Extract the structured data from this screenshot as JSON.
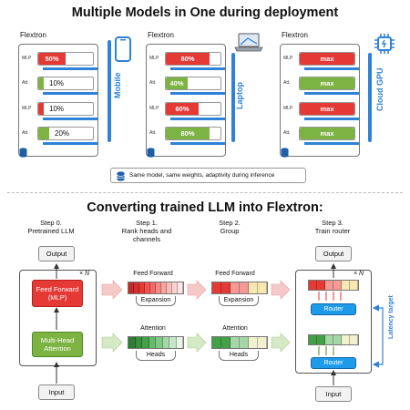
{
  "top_title": "Multiple Models in One during deployment",
  "bottom_title": "Converting trained LLM into Flextron:",
  "panel_title": "Flextron",
  "layer_labels": [
    "MLP",
    "Att.",
    "MLP",
    "Att."
  ],
  "devices": [
    {
      "name": "Mobile",
      "bars": [
        {
          "label": "50%",
          "fraction": 0.5,
          "color": "#e53935"
        },
        {
          "label": "10%",
          "fraction": 0.1,
          "color": "#7cb342"
        },
        {
          "label": "10%",
          "fraction": 0.1,
          "color": "#e53935"
        },
        {
          "label": "20%",
          "fraction": 0.2,
          "color": "#7cb342"
        }
      ]
    },
    {
      "name": "Laptop",
      "bars": [
        {
          "label": "80%",
          "fraction": 0.8,
          "color": "#e53935"
        },
        {
          "label": "40%",
          "fraction": 0.4,
          "color": "#7cb342"
        },
        {
          "label": "60%",
          "fraction": 0.6,
          "color": "#e53935"
        },
        {
          "label": "80%",
          "fraction": 0.8,
          "color": "#7cb342"
        }
      ]
    },
    {
      "name": "Cloud GPU",
      "bars": [
        {
          "label": "max",
          "fraction": 1.0,
          "color": "#e53935"
        },
        {
          "label": "max",
          "fraction": 1.0,
          "color": "#7cb342"
        },
        {
          "label": "max",
          "fraction": 1.0,
          "color": "#e53935"
        },
        {
          "label": "max",
          "fraction": 1.0,
          "color": "#7cb342"
        }
      ]
    }
  ],
  "legend_text": "Same model, same weights, adaptivity during inference",
  "steps": [
    {
      "title": "Step 0.\nPretrained LLM"
    },
    {
      "title": "Step 1.\nRank heads and\nchannels"
    },
    {
      "title": "Step 2.\nGroup"
    },
    {
      "title": "Step 3.\nTrain router"
    }
  ],
  "step0": {
    "output": "Output",
    "ffn": "Feed Forward\n(MLP)",
    "mha": "Multi-Head\nAttention",
    "input": "Input",
    "times_n": "× N"
  },
  "step1": {
    "ff_label": "Feed Forward",
    "ff_sub": "Expansion",
    "att_label": "Attention",
    "att_sub": "Heads"
  },
  "step2": {
    "ff_label": "Feed Forward",
    "ff_sub": "Expansion",
    "att_label": "Attention",
    "att_sub": "Heads"
  },
  "step3": {
    "output": "Output",
    "router1": "Router",
    "router2": "Router",
    "input": "Input",
    "times_n": "× N",
    "latency": "Latency target"
  },
  "icons": [
    "database-icon",
    "phone-icon",
    "laptop-icon",
    "chip-icon"
  ],
  "colors": {
    "red": "#e53935",
    "green": "#7cb342",
    "blue": "#2f82d8",
    "router": "#1e9be8"
  }
}
